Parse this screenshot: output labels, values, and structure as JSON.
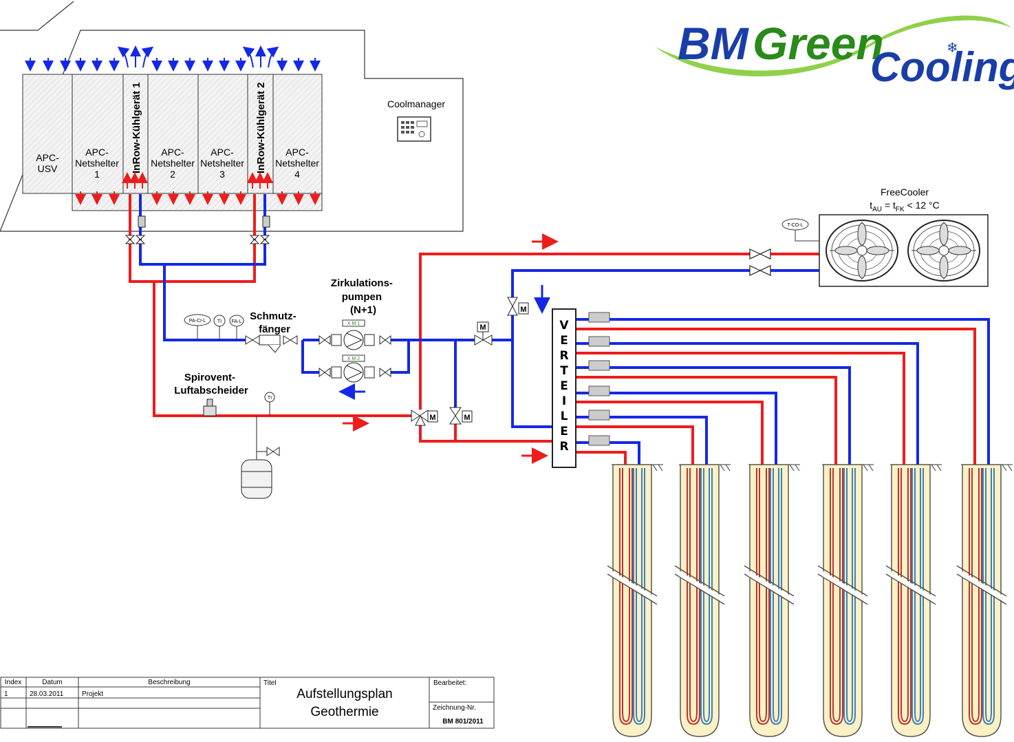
{
  "logo": {
    "word1": "BM",
    "word2": "Green",
    "word3": "Cooling"
  },
  "racks": [
    {
      "label": "APC-\nUSV"
    },
    {
      "label": "APC-\nNetshelter\n1"
    },
    {
      "label": "InRow-Kühlgerät 1"
    },
    {
      "label": "APC-\nNetshelter\n2"
    },
    {
      "label": "APC-\nNetshelter\n3"
    },
    {
      "label": "InRow-Kühlgerät 2"
    },
    {
      "label": "APC-\nNetshelter\n4"
    }
  ],
  "coolmanager": {
    "label": "Coolmanager"
  },
  "freecooler": {
    "title": "FreeCooler",
    "condition_t": "t",
    "sub_au": "AU",
    "eq": " = t",
    "sub_fk": "FK",
    "cond_rest": " < 12 °C",
    "sensor": "T-CO-L"
  },
  "labels": {
    "pumps": [
      "Zirkulations-",
      "pumpen",
      "(N+1)"
    ],
    "strainer": [
      "Schmutz-",
      "fänger"
    ],
    "separator": [
      "Spirovent-",
      "Luftabscheider"
    ],
    "pump1": "X M 1",
    "pump2": "X M 2",
    "sensor_pa": "PA-CI-L",
    "sensor_ti": "TI",
    "sensor_fa": "FA-L",
    "motor": "M"
  },
  "distributor": {
    "letters": [
      "V",
      "E",
      "R",
      "T",
      "E",
      "I",
      "L",
      "E",
      "R"
    ]
  },
  "titleblock": {
    "headers": [
      "Index",
      "Datum",
      "Beschreibung"
    ],
    "row": [
      "1",
      "28.03.2011",
      "Projekt"
    ],
    "titel_label": "Titel",
    "title_lines": [
      "Aufstellungsplan",
      "Geothermie"
    ],
    "bearbeitet_label": "Bearbeitet:",
    "zeichnung_label": "Zeichnung-Nr.",
    "zeichnung_nr": "BM 801/2011"
  },
  "colors": {
    "supply": "#ee1c1c",
    "return": "#1428e6",
    "logo_blue": "#1a3ea8",
    "logo_green": "#2a8a1a",
    "bore_fill": "#fbf1c4"
  }
}
